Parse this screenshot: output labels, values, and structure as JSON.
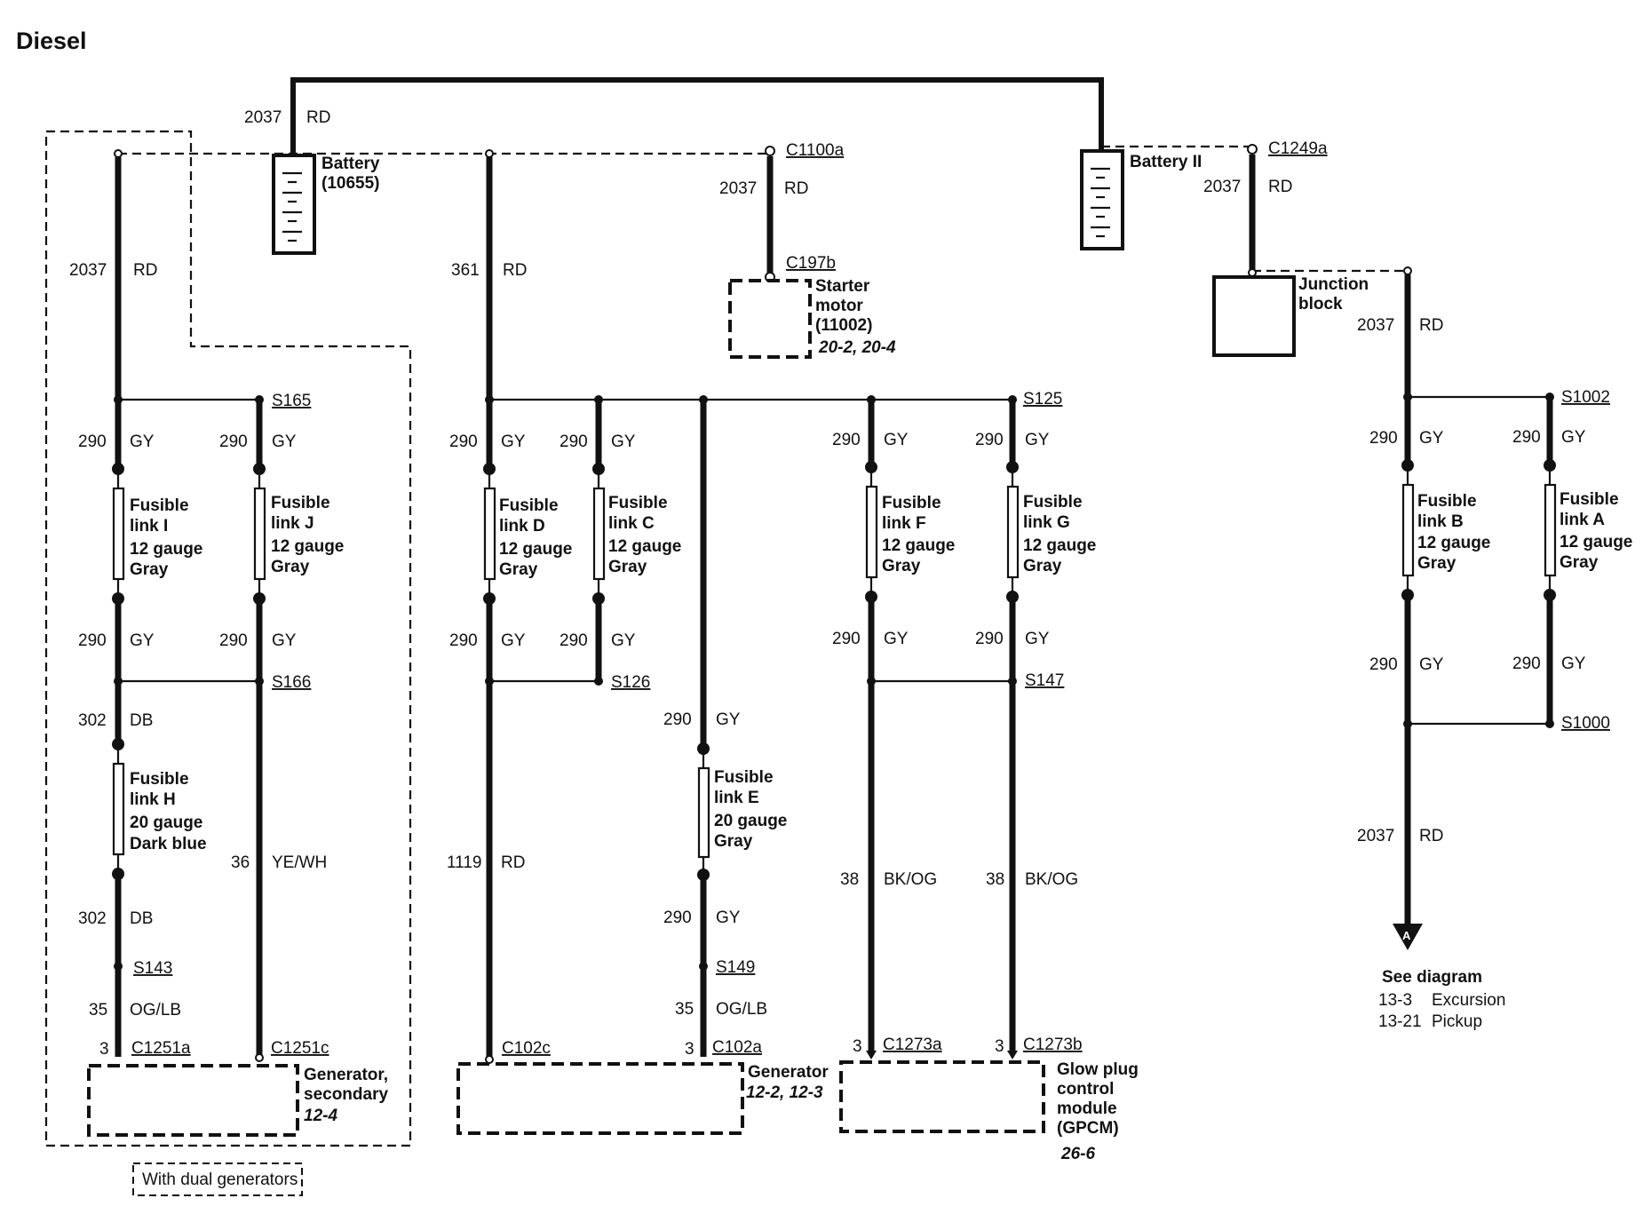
{
  "title": "Diesel",
  "top": {
    "c1": "2037",
    "c2": "RD"
  },
  "battery1": {
    "l1": "Battery",
    "l2": "(10655)"
  },
  "battery2": {
    "l1": "Battery II"
  },
  "c1100a": "C1100a",
  "c197b": "C197b",
  "c1249a": "C1249a",
  "starter": {
    "l1": "Starter",
    "l2": "motor",
    "l3": "(11002)",
    "ref": "20-2, 20-4"
  },
  "junction": {
    "l1": "Junction",
    "l2": "block"
  },
  "splices": {
    "s165": "S165",
    "s166": "S166",
    "s143": "S143",
    "s126": "S126",
    "s149": "S149",
    "s125": "S125",
    "s147": "S147",
    "s1002": "S1002",
    "s1000": "S1000"
  },
  "connectors": {
    "c1251a": "C1251a",
    "c1251c": "C1251c",
    "c102c": "C102c",
    "c102a": "C102a",
    "c1273a": "C1273a",
    "c1273b": "C1273b"
  },
  "wires": {
    "w2037": "2037",
    "rd": "RD",
    "w361": "361",
    "w290": "290",
    "gy": "GY",
    "w302": "302",
    "db": "DB",
    "w35": "35",
    "oglb": "OG/LB",
    "pin3": "3",
    "w36": "36",
    "yewh": "YE/WH",
    "w1119": "1119",
    "w38": "38",
    "bkog": "BK/OG"
  },
  "fuses": {
    "i": {
      "l1": "Fusible",
      "l2": "link I",
      "l3": "12 gauge",
      "l4": "Gray"
    },
    "j": {
      "l1": "Fusible",
      "l2": "link J",
      "l3": "12 gauge",
      "l4": "Gray"
    },
    "h": {
      "l1": "Fusible",
      "l2": "link H",
      "l3": "20 gauge",
      "l4": "Dark blue"
    },
    "d": {
      "l1": "Fusible",
      "l2": "link D",
      "l3": "12 gauge",
      "l4": "Gray"
    },
    "c": {
      "l1": "Fusible",
      "l2": "link C",
      "l3": "12 gauge",
      "l4": "Gray"
    },
    "e": {
      "l1": "Fusible",
      "l2": "link E",
      "l3": "20 gauge",
      "l4": "Gray"
    },
    "f": {
      "l1": "Fusible",
      "l2": "link F",
      "l3": "12 gauge",
      "l4": "Gray"
    },
    "g": {
      "l1": "Fusible",
      "l2": "link G",
      "l3": "12 gauge",
      "l4": "Gray"
    },
    "b": {
      "l1": "Fusible",
      "l2": "link B",
      "l3": "12 gauge",
      "l4": "Gray"
    },
    "a": {
      "l1": "Fusible",
      "l2": "link A",
      "l3": "12 gauge",
      "l4": "Gray"
    }
  },
  "components": {
    "gen2": {
      "l1": "Generator,",
      "l2": "secondary",
      "ref": "12-4"
    },
    "gen": {
      "l1": "Generator",
      "ref": "12-2, 12-3"
    },
    "gpcm": {
      "l1": "Glow plug",
      "l2": "control",
      "l3": "module",
      "l4": "(GPCM)",
      "ref": "26-6"
    }
  },
  "dual_note": "With dual generators",
  "arrow_label": "A",
  "see": {
    "head": "See diagram",
    "r1a": "13-3",
    "r1b": "Excursion",
    "r2a": "13-21",
    "r2b": "Pickup"
  }
}
